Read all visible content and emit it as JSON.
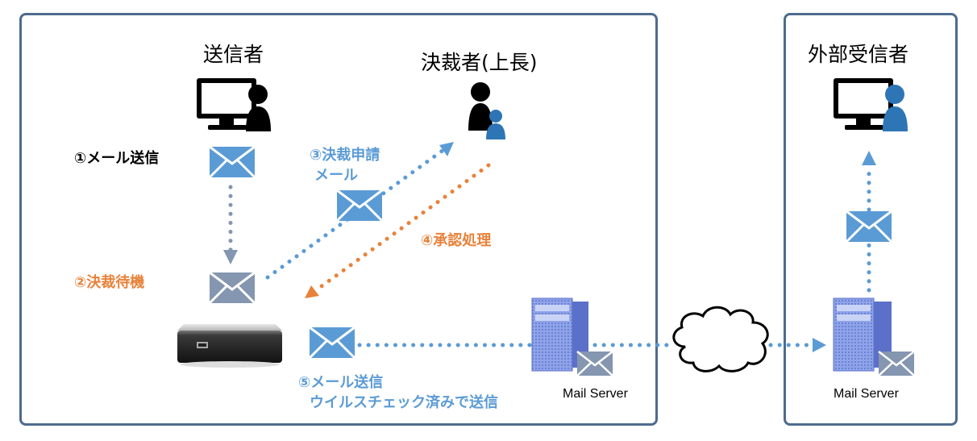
{
  "headings": {
    "sender": "送信者",
    "approver": "決裁者(上長)",
    "external_recipient": "外部受信者"
  },
  "steps": {
    "step1": "①メール送信",
    "step2": "②決裁待機",
    "step3_line1": "③決裁申請",
    "step3_line2": "メール",
    "step4": "④承認処理",
    "step5_line1": "⑤メール送信",
    "step5_line2": "ウイルスチェック済みで送信"
  },
  "servers": {
    "internal_label": "Mail Server",
    "external_label": "Mail Server"
  },
  "icons": {
    "sender": "computer-user-icon",
    "approver": "approver-with-subordinate-icon",
    "recipient": "computer-user-icon",
    "appliance": "appliance-box-icon",
    "envelope": "envelope-icon",
    "server": "mail-server-icon",
    "cloud": "internet-cloud-icon"
  },
  "colors": {
    "frame": "#4e6b8e",
    "flow_gray": "#8496b0",
    "flow_blue": "#5b9bd5",
    "flow_orange": "#e8823a",
    "envelope_blue": "#5b9bd5",
    "envelope_gray": "#8496b0"
  }
}
